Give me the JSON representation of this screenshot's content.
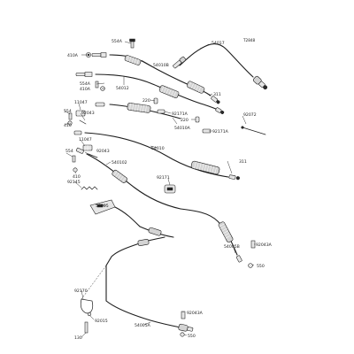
{
  "diagram_code": "T2848",
  "labels": {
    "l_554a_top": "554A",
    "l_54017": "54017",
    "l_410a_top": "410A",
    "l_54010b": "54010B",
    "l_554a_mid": "554A",
    "l_410a_mid": "410A",
    "l_54012": "54012",
    "l_311_top": "311",
    "l_11047_top": "11047",
    "l_554_top": "554",
    "l_92043_top": "92043",
    "l_220_top": "220",
    "l_92171a_top": "92171A",
    "l_92072": "92072",
    "l_410_top": "410",
    "l_220_mid": "220",
    "l_54010a": "54010A",
    "l_92171a_mid": "92171A",
    "l_11047_mid": "11047",
    "l_92043_mid": "92043",
    "l_54010": "54010",
    "l_554_mid": "554",
    "l_540102": "540102",
    "l_311_mid": "311",
    "l_410_mid": "410",
    "l_92171": "92171",
    "l_92145": "92145",
    "l_54005": "54005",
    "l_92043a_right": "92043A",
    "l_54005b": "54005B",
    "l_550_right": "550",
    "l_92170": "92170",
    "l_92043a_bottom": "92043A",
    "l_92015": "92015",
    "l_54005a": "54005A",
    "l_130": "130",
    "l_550_bottom": "550"
  },
  "colors": {
    "line": "#1e1e1e",
    "boot_fill": "#d4d4d4",
    "metal_fill": "#e6e6e6",
    "background": "#ffffff"
  }
}
